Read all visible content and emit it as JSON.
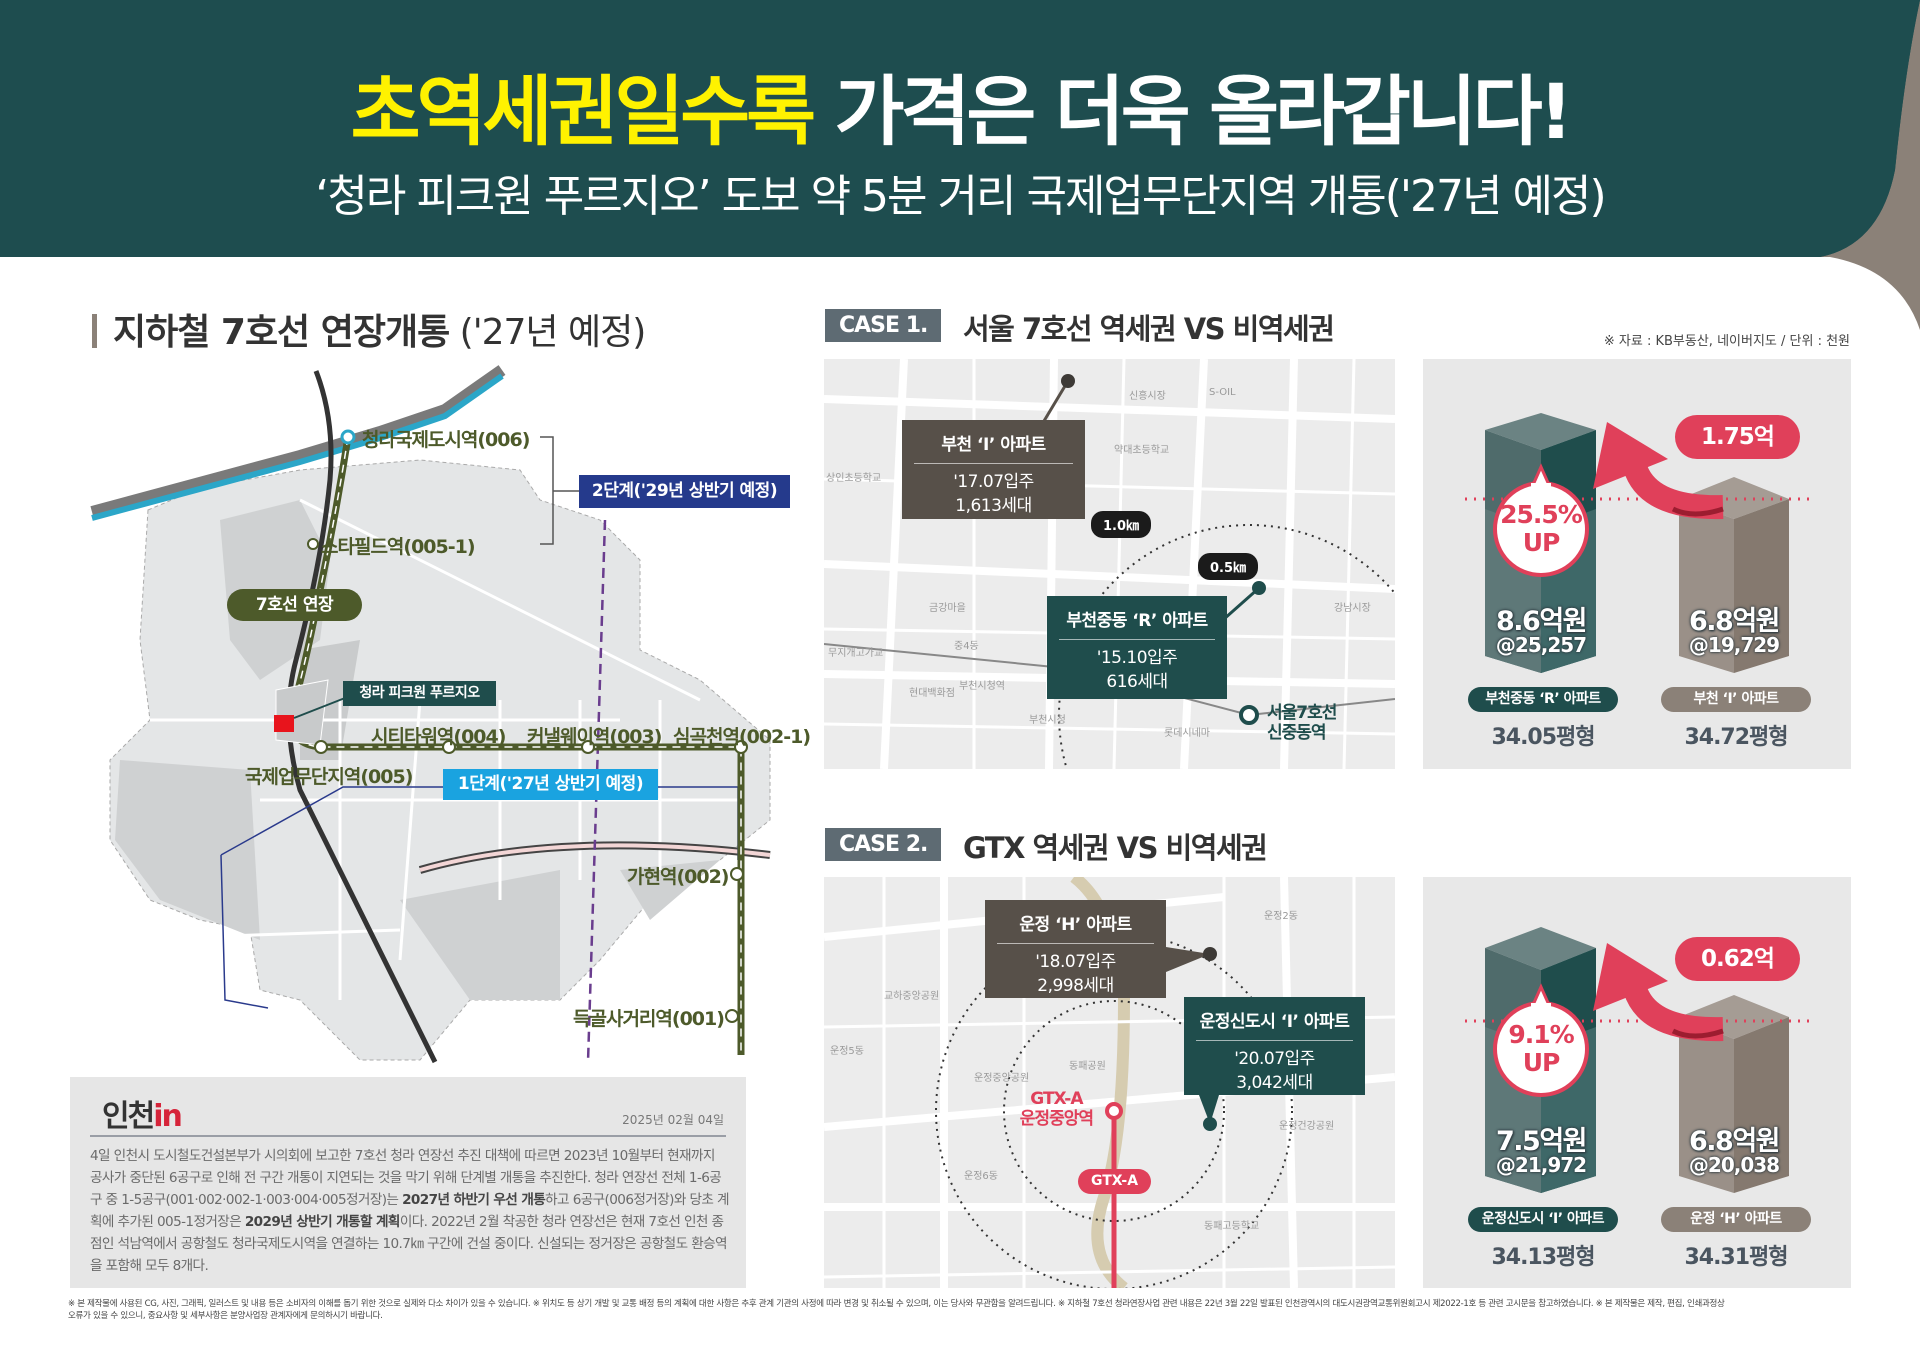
{
  "header": {
    "title_highlight": "초역세권일수록",
    "title_rest": " 가격은 더욱 올라갑니다!",
    "subtitle": "‘청라 피크원 푸르지오’ 도보 약 5분 거리 국제업무단지역 개통('27년 예정)"
  },
  "colors": {
    "header_bg": "#1e4d4f",
    "highlight": "#fff200",
    "accent_red": "#e0405a",
    "teal": "#1f4d4c",
    "brown": "#575049",
    "line7_green": "#4d5a2a",
    "stage1_blue": "#1aa3e0",
    "stage2_navy": "#253a8c"
  },
  "left": {
    "heading_bold": "지하철 7호선 연장개통",
    "heading_light": " ('27년 예정)",
    "map": {
      "stations": [
        {
          "label": "청라국제도시역(006)"
        },
        {
          "label": "스타필드역(005-1)"
        },
        {
          "label": "국제업무단지역(005)"
        },
        {
          "label": "시티타워역(004)"
        },
        {
          "label": "커낼웨이역(003)"
        },
        {
          "label": "심곡천역(002-1)"
        },
        {
          "label": "가현역(002)"
        },
        {
          "label": "득골사거리역(001)"
        }
      ],
      "line_label": "7호선 연장",
      "stage2": "2단계('29년 상반기 예정)",
      "stage1": "1단계('27년 상반기 예정)",
      "site_label": "청라 피크원 푸르지오"
    },
    "news": {
      "logo_text": "인천",
      "logo_accent": "in",
      "date": "2025년 02월 04일",
      "p1": "4일 인천시 도시철도건설본부가 시의회에 보고한 7호선 청라 연장선 추진 대책에 따르면 2023년 10월부터 현재까지 공사가 중단된 6공구로 인해 전 구간 개통이 지연되는 것을 막기 위해 단계별 개통을 추진한다. 청라 연장선 전체 1-6공구 중 1-5공구(001·002·002-1·003·004·005정거장)는 ",
      "b1": "2027년 하반기 우선 개통",
      "p2": "하고 6공구(006정거장)와 당초 계획에 추가된 005-1정거장은 ",
      "b2": "2029년 상반기 개통할 계획",
      "p3": "이다. 2022년 2월 착공한 청라 연장선은 현재 7호선 인천 종점인 석남역에서 공항철도 청라국제도시역을 연결하는 10.7㎞ 구간에 건설 중이다. 신설되는 정거장은 공항철도 환승역을 포함해 모두 8개다."
    }
  },
  "source_note": "※ 자료 : KB부동산, 네이버지도 / 단위 : 천원",
  "case1": {
    "tag": "CASE 1.",
    "title": "서울 7호선 역세권 VS 비역세권",
    "map": {
      "box_brown": {
        "title": "부천 ‘I’ 아파트",
        "line1": "'17.07입주",
        "line2": "1,613세대"
      },
      "box_teal": {
        "title": "부천중동 ‘R’ 아파트",
        "line1": "'15.10입주",
        "line2": "616세대"
      },
      "km1": "1.0㎞",
      "km2": "0.5㎞",
      "station1": "서울7호선",
      "station2": "신중동역",
      "labels": [
        "신흥시장",
        "S-OIL",
        "약대초등학교",
        "금강마을",
        "중4동",
        "부천시청역",
        "현대백화점",
        "부천시청",
        "강남시장",
        "롯데시네마",
        "무지개고가교",
        "상인초등학교"
      ]
    },
    "chart": {
      "diff": "1.75억",
      "pct": "25.5%",
      "pct_sub": "UP",
      "left": {
        "amount": "8.6억원",
        "per": "@25,257",
        "name": "부천중동 ‘R’ 아파트",
        "size": "34.05평형",
        "value": 8.6
      },
      "right": {
        "amount": "6.8억원",
        "per": "@19,729",
        "name": "부천 ‘I’ 아파트",
        "size": "34.72평형",
        "value": 6.8
      }
    }
  },
  "case2": {
    "tag": "CASE 2.",
    "title": "GTX 역세권 VS 비역세권",
    "map": {
      "box_brown": {
        "title": "운정 ‘H’ 아파트",
        "line1": "'18.07입주",
        "line2": "2,998세대"
      },
      "box_teal": {
        "title": "운정신도시 ‘I’ 아파트",
        "line1": "'20.07입주",
        "line2": "3,042세대"
      },
      "station1": "GTX-A",
      "station2": "운정중앙역",
      "line_pill": "GTX-A",
      "labels": [
        "운정5동",
        "운정2동",
        "교하중앙공원",
        "운정중앙공원",
        "동패공원",
        "운정6동",
        "운정건강공원",
        "동패고등학교"
      ]
    },
    "chart": {
      "diff": "0.62억",
      "pct": "9.1%",
      "pct_sub": "UP",
      "left": {
        "amount": "7.5억원",
        "per": "@21,972",
        "name": "운정신도시 ‘I’ 아파트",
        "size": "34.13평형",
        "value": 7.5
      },
      "right": {
        "amount": "6.8억원",
        "per": "@20,038",
        "name": "운정 ‘H’ 아파트",
        "size": "34.31평형",
        "value": 6.8
      }
    }
  },
  "footer": {
    "line1": "※ 본 제작물에 사용된 CG, 사진, 그래픽, 일러스트 및 내용 등은 소비자의 이해를 돕기 위한 것으로 실제와 다소 차이가 있을 수 있습니다.  ※ 위치도 등 상기 개발 및 교통 배정 등의 계획에 대한 사항은 추후 관계 기관의 사정에 따라 변경 및 취소될 수 있으며, 이는 당사와 무관함을 알려드립니다.  ※ 지하철 7호선 청라연장사업 관련 내용은 22년 3월 22일 발표된 인천광역시의 대도시권광역교통위원회고시 제2022-1호 등 관련 고시문을 참고하였습니다.  ※ 본 제작물은 제작, 편집, 인쇄과정상",
    "line2": "오류가 있을 수 있으니, 중요사항 및 세부사항은 분양사업장 관계자에게 문의하시기 바랍니다."
  }
}
